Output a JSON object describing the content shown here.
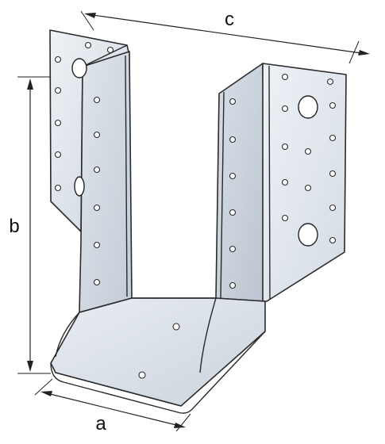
{
  "dimensions": {
    "width_label": "c",
    "height_label": "b",
    "depth_label": "a"
  },
  "colors": {
    "plate_light": "#e6ebf1",
    "plate_mid": "#cfd6df",
    "plate_dark": "#b8c1cc",
    "line": "#2a2a2a"
  },
  "object": "u-shaped-joist-hanger"
}
